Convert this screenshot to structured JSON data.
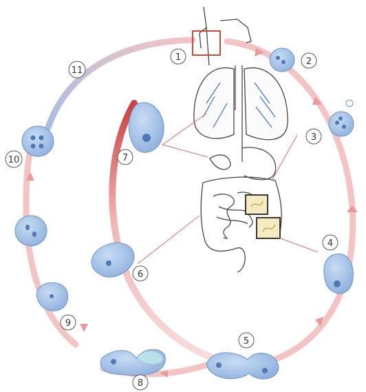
{
  "labels": {
    "n1": "1",
    "n2": "2",
    "n3": "3",
    "n4": "4",
    "n5": "5",
    "n6": "6",
    "n7": "7",
    "n8": "8",
    "n9": "9",
    "n10": "10",
    "n11": "11"
  },
  "colors": {
    "cycle_pink": "#f3c4c4",
    "cycle_blue": "#a9bde0",
    "dark_red": "#c94040",
    "cell_fill": "#9fbde3",
    "cell_stroke": "#6f93c6",
    "nucleus": "#4f78b4",
    "highlight_box": "#c0392b",
    "intestine_box": "#222222",
    "intestine_fill": "#f4ecc0"
  }
}
